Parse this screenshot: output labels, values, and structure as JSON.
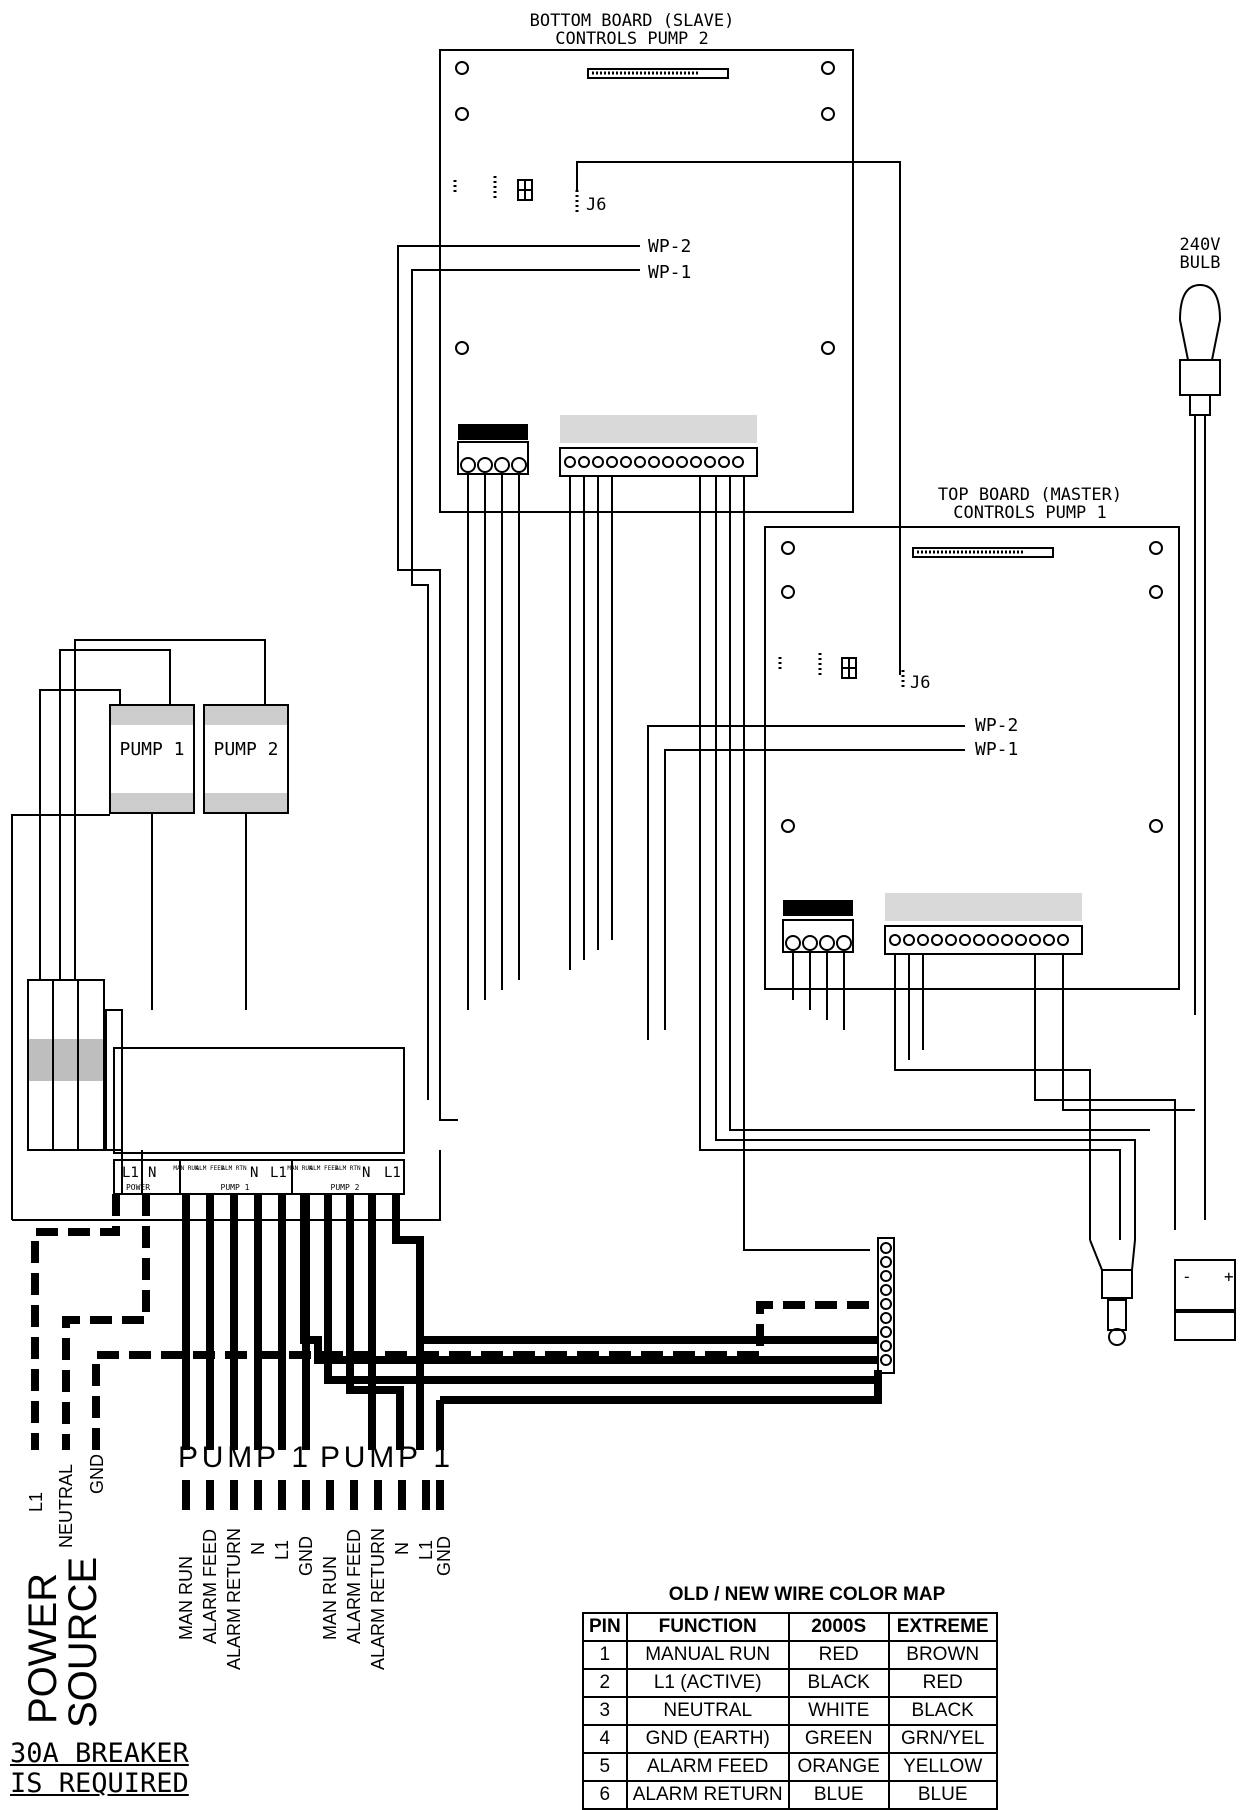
{
  "boards": {
    "bottom": {
      "title1": "BOTTOM BOARD (SLAVE)",
      "title2": "CONTROLS PUMP 2",
      "j6": "J6",
      "wp2": "WP-2",
      "wp1": "WP-1"
    },
    "top": {
      "title1": "TOP BOARD (MASTER)",
      "title2": "CONTROLS PUMP 1",
      "j6": "J6",
      "wp2": "WP-2",
      "wp1": "WP-1"
    }
  },
  "bulb": {
    "line1": "240V",
    "line2": "BULB"
  },
  "contactors": {
    "pump1": "PUMP 1",
    "pump2": "PUMP 2"
  },
  "terminal_strip": {
    "power_labels": [
      "L1",
      "N"
    ],
    "power_caption": "POWER",
    "pump1_labels": [
      "MAN RUN",
      "ALM FEED",
      "ALM RTN",
      "N",
      "L1"
    ],
    "pump1_caption": "PUMP 1",
    "pump2_labels": [
      "MAN RUN",
      "ALM FEED",
      "ALM RTN",
      "N",
      "L1"
    ],
    "pump2_caption": "PUMP 2"
  },
  "buzzer_polarity": {
    "neg": "-",
    "pos": "+"
  },
  "bottom_labels": {
    "power": [
      "L1",
      "NEUTRAL",
      "GND"
    ],
    "pump_heading_1": "PUMP 1",
    "pump_heading_2": "PUMP 1",
    "pump1_wires": [
      "MAN RUN",
      "ALARM FEED",
      "ALARM RETURN",
      "N",
      "L1",
      "GND"
    ],
    "pump2_wires": [
      "MAN RUN",
      "ALARM FEED",
      "ALARM RETURN",
      "N",
      "L1",
      "GND"
    ],
    "power_source_1": "POWER",
    "power_source_2": "SOURCE",
    "breaker_1": "30A BREAKER",
    "breaker_2": "IS REQUIRED"
  },
  "color_map": {
    "title": "OLD / NEW WIRE COLOR MAP",
    "headers": [
      "PIN",
      "FUNCTION",
      "2000S",
      "EXTREME"
    ],
    "rows": [
      [
        "1",
        "MANUAL RUN",
        "RED",
        "BROWN"
      ],
      [
        "2",
        "L1 (ACTIVE)",
        "BLACK",
        "RED"
      ],
      [
        "3",
        "NEUTRAL",
        "WHITE",
        "BLACK"
      ],
      [
        "4",
        "GND (EARTH)",
        "GREEN",
        "GRN/YEL"
      ],
      [
        "5",
        "ALARM FEED",
        "ORANGE",
        "YELLOW"
      ],
      [
        "6",
        "ALARM RETURN",
        "BLUE",
        "BLUE"
      ]
    ]
  }
}
